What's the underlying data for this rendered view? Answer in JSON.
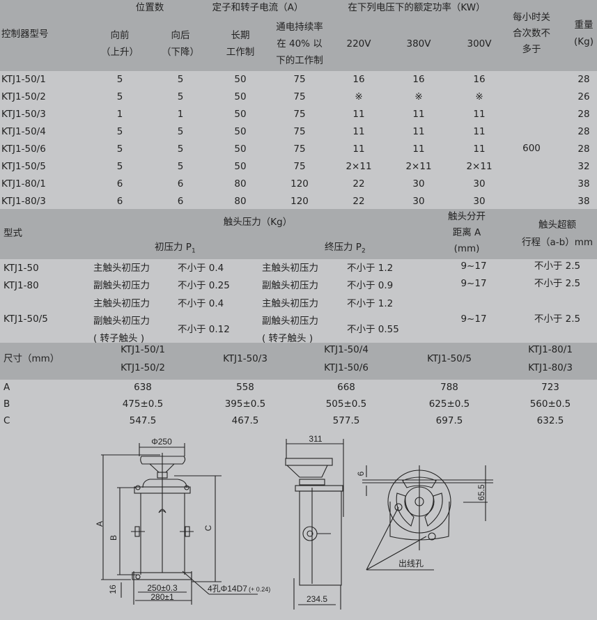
{
  "table1": {
    "header": {
      "position": "位置数",
      "current": "定子和转子电流（A）",
      "power": "在下列电压下的额定功率（KW）",
      "model": "控制器型号",
      "forward": [
        "向前",
        "（上升）"
      ],
      "backward": [
        "向后",
        "（下降）"
      ],
      "long_term": [
        "长期",
        "工作制"
      ],
      "duty40": [
        "通电持续率",
        "在 40% 以",
        "下的工作制"
      ],
      "v220": "220V",
      "v380": "380V",
      "v300": "300V",
      "ops": [
        "每小时关",
        "合次数不",
        "多于"
      ],
      "weight": [
        "重量",
        "(Kg)"
      ]
    },
    "rows": [
      [
        "KTJ1-50/1",
        "5",
        "5",
        "50",
        "75",
        "16",
        "16",
        "16",
        "28"
      ],
      [
        "KTJ1-50/2",
        "5",
        "5",
        "50",
        "75",
        "※",
        "※",
        "※",
        "26"
      ],
      [
        "KTJ1-50/3",
        "1",
        "1",
        "50",
        "75",
        "11",
        "11",
        "11",
        "28"
      ],
      [
        "KTJ1-50/4",
        "5",
        "5",
        "50",
        "75",
        "11",
        "11",
        "11",
        "28"
      ],
      [
        "KTJ1-50/6",
        "5",
        "5",
        "50",
        "75",
        "11",
        "11",
        "11",
        "28"
      ],
      [
        "KTJ1-50/5",
        "5",
        "5",
        "50",
        "75",
        "2×11",
        "2×11",
        "2×11",
        "32"
      ],
      [
        "KTJ1-80/1",
        "6",
        "6",
        "80",
        "120",
        "22",
        "30",
        "30",
        "38"
      ],
      [
        "KTJ1-80/3",
        "6",
        "6",
        "80",
        "120",
        "22",
        "30",
        "30",
        "38"
      ]
    ],
    "ops_value": "600"
  },
  "table2": {
    "header": {
      "type": "型式",
      "pressure": "触头压力（Kg）",
      "p1": "初压力 P",
      "p1_sub": "1",
      "p2": "终压力 P",
      "p2_sub": "2",
      "gap": [
        "触头分开",
        "距离 A",
        "(mm)"
      ],
      "over": [
        "触头超额",
        "行程（a-b）mm"
      ]
    },
    "rows": [
      {
        "type": "KTJ1-50",
        "a": "主触头初压力",
        "av": "不小于 0.4",
        "b": "主触头初压力",
        "bv": "不小于 1.2",
        "gap": "9~17",
        "over": "不小于 2.5"
      },
      {
        "type": "KTJ1-80",
        "a": "副触头初压力",
        "av": "不小于 0.25",
        "b": "副触头初压力",
        "bv": "不小于 0.9",
        "gap": "9~17",
        "over": "不小于 2.5"
      },
      {
        "type": "",
        "a": "主触头初压力",
        "av": "不小于 0.4",
        "b": "主触头初压力",
        "bv": "不小于 1.2",
        "gap": "",
        "over": ""
      },
      {
        "type": "KTJ1-50/5",
        "a": "副触头初压力",
        "a2": "( 转子触头 )",
        "av": "不小于 0.12",
        "b": "副触头初压力",
        "b2": "( 转子触头 )",
        "bv": "不小于 0.55",
        "gap": "9~17",
        "over": "不小于 2.5"
      }
    ]
  },
  "table3": {
    "header": {
      "size": "尺寸（mm）",
      "cols": [
        [
          "KTJ1-50/1",
          "KTJ1-50/2"
        ],
        [
          "KTJ1-50/3"
        ],
        [
          "KTJ1-50/4",
          "KTJ1-50/6"
        ],
        [
          "KTJ1-50/5"
        ],
        [
          "KTJ1-80/1",
          "KTJ1-80/3"
        ]
      ]
    },
    "rows": [
      [
        "A",
        "638",
        "558",
        "668",
        "788",
        "723"
      ],
      [
        "B",
        "475±0.5",
        "395±0.5",
        "505±0.5",
        "625±0.5",
        "560±0.5"
      ],
      [
        "C",
        "547.5",
        "467.5",
        "577.5",
        "697.5",
        "632.5"
      ]
    ]
  },
  "drawing": {
    "phi250": "Φ250",
    "A": "A",
    "B": "B",
    "C": "C",
    "d16": "16",
    "d250": "250±0.3",
    "d280": "280±1",
    "holes": "4孔Φ14D7",
    "holes_tol": "(+ 0.24)",
    "d311": "311",
    "d234": "234.5",
    "d6": "6",
    "d65": "65.5",
    "outlet": "出线孔"
  }
}
